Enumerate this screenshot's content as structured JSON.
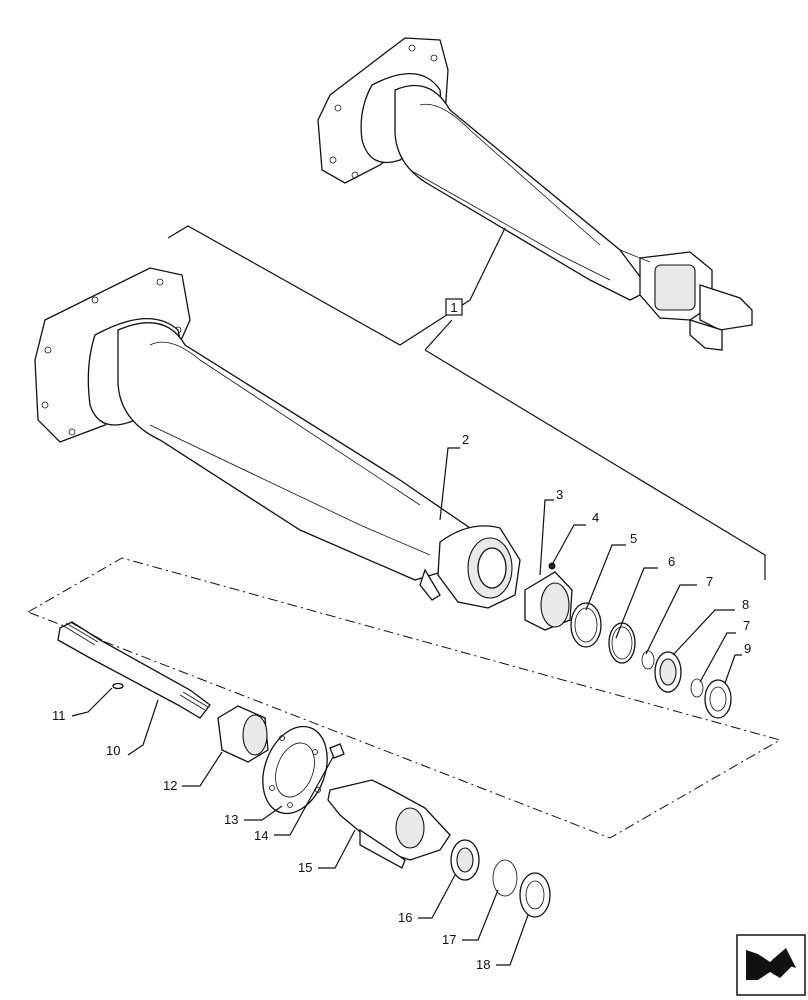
{
  "diagram": {
    "assembly_label": "1",
    "callouts": [
      {
        "id": "2",
        "text": "2"
      },
      {
        "id": "3",
        "text": "3"
      },
      {
        "id": "4",
        "text": "4"
      },
      {
        "id": "5",
        "text": "5"
      },
      {
        "id": "6",
        "text": "6"
      },
      {
        "id": "7a",
        "text": "7"
      },
      {
        "id": "8",
        "text": "8"
      },
      {
        "id": "7b",
        "text": "7"
      },
      {
        "id": "9",
        "text": "9"
      },
      {
        "id": "10",
        "text": "10"
      },
      {
        "id": "11",
        "text": "11"
      },
      {
        "id": "12",
        "text": "12"
      },
      {
        "id": "13",
        "text": "13"
      },
      {
        "id": "14",
        "text": "14"
      },
      {
        "id": "15",
        "text": "15"
      },
      {
        "id": "16",
        "text": "16"
      },
      {
        "id": "17",
        "text": "17"
      },
      {
        "id": "18",
        "text": "18"
      }
    ],
    "nav_icon": "next-page-arrow-icon"
  }
}
